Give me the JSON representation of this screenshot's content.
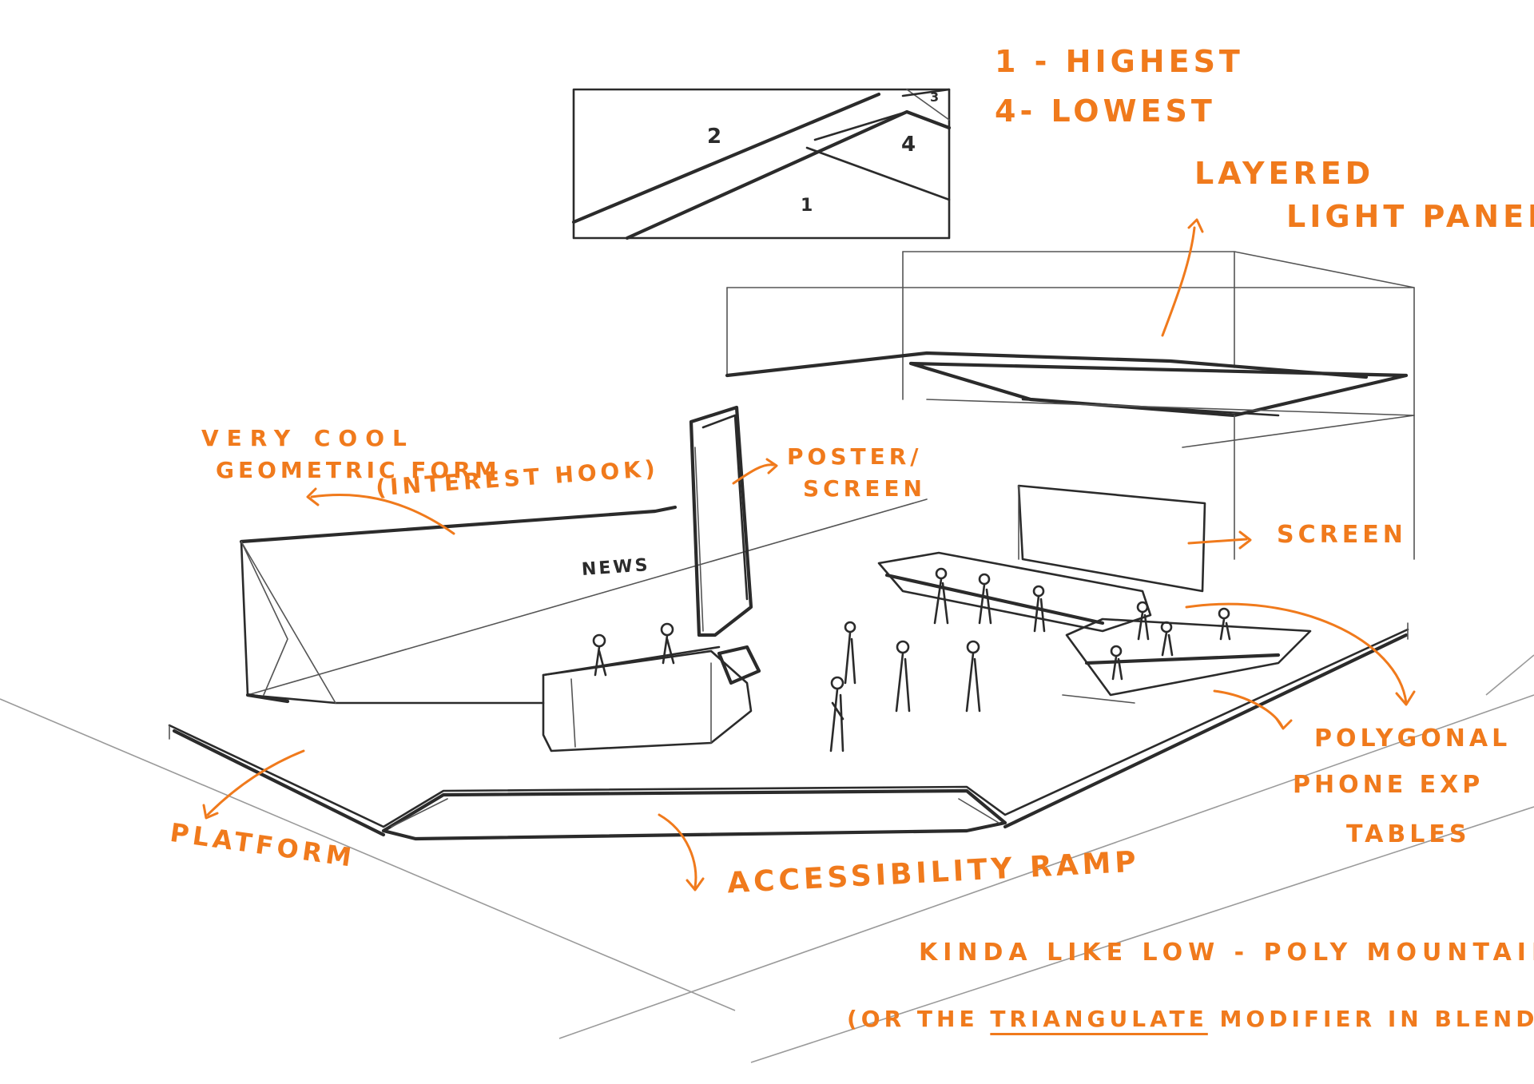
{
  "legend": {
    "line1": "1 - HIGHEST",
    "line2": "4- LOWEST"
  },
  "panel_numbers": {
    "n1": "1",
    "n2": "2",
    "n3": "3",
    "n4": "4"
  },
  "labels": {
    "layered_light_panel_1": "LAYERED",
    "layered_light_panel_2": "LIGHT PANEL",
    "geometric_form_1": "VERY COOL",
    "geometric_form_2": "GEOMETRIC FORM",
    "geometric_form_3": "(INTEREST HOOK)",
    "poster_screen_1": "POSTER/",
    "poster_screen_2": "SCREEN",
    "screen": "SCREEN",
    "polygonal_1": "POLYGONAL",
    "polygonal_2": "PHONE EXP",
    "polygonal_3": "TABLES",
    "platform": "PLATFORM",
    "ramp": "ACCESSIBILITY RAMP",
    "note_1": "KINDA LIKE LOW - POLY MOUNTAINS",
    "note_2_pre": "(OR THE ",
    "note_2_em": "TRIANGULATE",
    "note_2_post": " MODIFIER IN BLENDER)",
    "news": "NEWS"
  },
  "colors": {
    "annotation": "#f07a1c",
    "ink": "#2b2b2b",
    "ground": "#9a9a9a"
  }
}
